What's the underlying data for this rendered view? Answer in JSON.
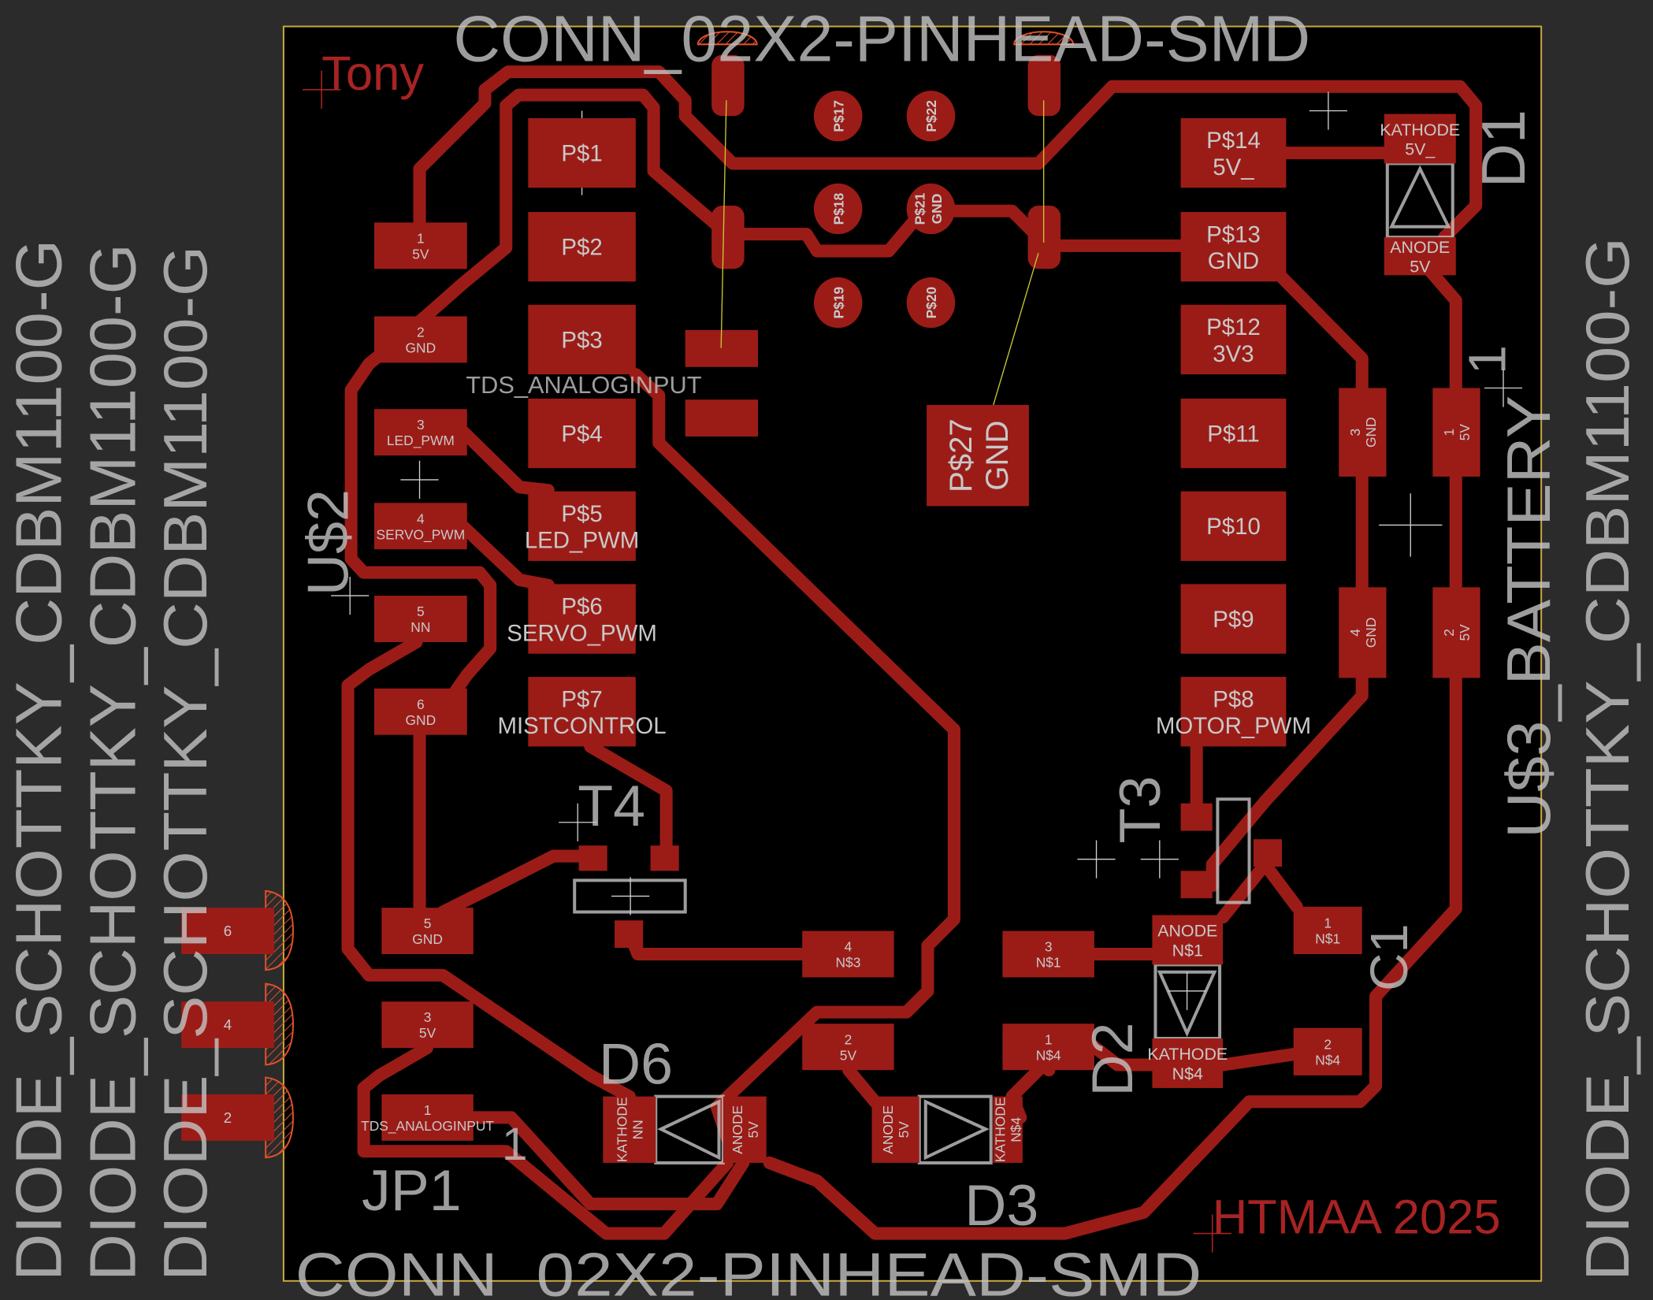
{
  "board": {
    "author_label": "Tony",
    "brand_label": "HTMAA 2025"
  },
  "colors": {
    "background": "#2b2b2b",
    "board": "#000000",
    "outline": "#c9a93a",
    "copper": "#9b1c17",
    "silkscreen": "#c4c4c4",
    "airwire": "#c8c832"
  },
  "pads": [
    {
      "l1": "1",
      "l2": "5V"
    },
    {
      "l1": "2",
      "l2": "GND"
    },
    {
      "l1": "3",
      "l2": "LED_PWM"
    },
    {
      "l1": "4",
      "l2": "SERVO_PWM"
    },
    {
      "l1": "5",
      "l2": "NN"
    },
    {
      "l1": "6",
      "l2": "GND"
    },
    {
      "l1": "P$1",
      "l2": ""
    },
    {
      "l1": "P$2",
      "l2": ""
    },
    {
      "l1": "P$3",
      "l2": ""
    },
    {
      "l1": "P$4",
      "l2": ""
    },
    {
      "l1": "P$5",
      "l2": "LED_PWM"
    },
    {
      "l1": "P$6",
      "l2": "SERVO_PWM"
    },
    {
      "l1": "P$7",
      "l2": "MISTCONTROL"
    },
    {
      "l1": "P$14",
      "l2": "5V_"
    },
    {
      "l1": "P$13",
      "l2": "GND"
    },
    {
      "l1": "P$12",
      "l2": "3V3"
    },
    {
      "l1": "P$11",
      "l2": ""
    },
    {
      "l1": "P$10",
      "l2": ""
    },
    {
      "l1": "P$9",
      "l2": ""
    },
    {
      "l1": "P$8",
      "l2": "MOTOR_PWM"
    },
    {
      "l1": "P$27",
      "l2": "GND"
    },
    {
      "l1": "KATHODE",
      "l2": "5V_"
    },
    {
      "l1": "ANODE",
      "l2": "5V"
    },
    {
      "l1": "1",
      "l2": "5V"
    },
    {
      "l1": "2",
      "l2": "5V"
    },
    {
      "l1": "3",
      "l2": "GND"
    },
    {
      "l1": "4",
      "l2": "GND"
    },
    {
      "l1": "5",
      "l2": "GND"
    },
    {
      "l1": "3",
      "l2": "5V"
    },
    {
      "l1": "1",
      "l2": "TDS_ANALOGINPUT"
    },
    {
      "l1": "4",
      "l2": "N$3"
    },
    {
      "l1": "3",
      "l2": "N$1"
    },
    {
      "l1": "2",
      "l2": "5V"
    },
    {
      "l1": "1",
      "l2": "N$4"
    },
    {
      "l1": "6",
      "l2": ""
    },
    {
      "l1": "4",
      "l2": ""
    },
    {
      "l1": "2",
      "l2": ""
    },
    {
      "l1": "KATHODE",
      "l2": "NN"
    },
    {
      "l1": "ANODE",
      "l2": "5V"
    },
    {
      "l1": "ANODE",
      "l2": "5V"
    },
    {
      "l1": "KATHODE",
      "l2": "N$4"
    },
    {
      "l1": "ANODE",
      "l2": "N$1"
    },
    {
      "l1": "KATHODE",
      "l2": "N$4"
    },
    {
      "l1": "1",
      "l2": "N$1"
    },
    {
      "l1": "2",
      "l2": "N$4"
    }
  ],
  "round_pads": [
    {
      "l1": "P$17",
      "l2": ""
    },
    {
      "l1": "P$22",
      "l2": ""
    },
    {
      "l1": "P$18",
      "l2": ""
    },
    {
      "l1": "P$21",
      "l2": "GND"
    },
    {
      "l1": "P$19",
      "l2": ""
    },
    {
      "l1": "P$20",
      "l2": ""
    }
  ],
  "labels": [
    "CONN_02X2-PINHEAD-SMD",
    "DIODE_SCHOTTKY_CDBM1100-G",
    "DIODE_SCHOTTKY_CDBM1100-G",
    "JP1",
    "T4",
    "D6",
    "D3",
    "T3",
    "D2",
    "U$2",
    "U$3_BATTERY",
    "D1",
    "DIODE_SCHOTTKY_CDBM1100-G",
    "CONN_02X2-PINHEAD-SMD",
    "DIODE_SCHOTTKY_CDBM1100-G",
    "TDS_ANALOGINPUT",
    "C1",
    "1",
    "1"
  ]
}
